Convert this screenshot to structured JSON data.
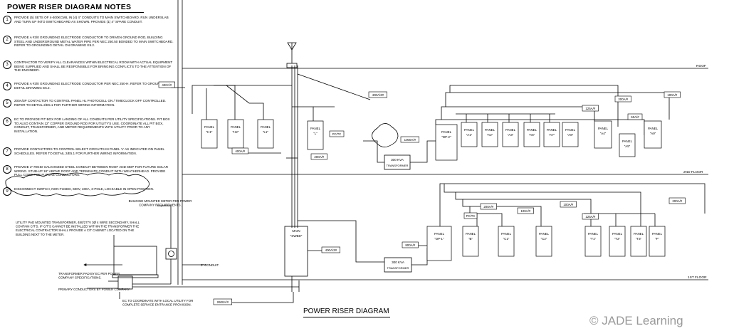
{
  "notes_title": "POWER RISER DIAGRAM NOTES",
  "diagram_title": "POWER RISER DIAGRAM",
  "watermark": "© JADE Learning",
  "notes": [
    {
      "num": "1",
      "text": "PROVIDE (5) SETS OF 4-400KCMIL IN (4) 4\" CONDUITS TO MAIN SWITCHBOARD. RUN UNDERSLAB AND TURN UP INTO SWITCHBOARD AS SHOWN. PROVIDE (1) 4\" SPARE CONDUIT."
    },
    {
      "num": "2",
      "text": "PROVIDE A #3/0 GROUNDING ELECTRODE CONDUCTOR TO DRIVEN GROUND ROD, BUILDING STEEL AND UNDERGROUND METAL WATER PIPE PER NEC 250.50 BONDED TO MAIN SWITCHBOARD. REFER TO GROUNDING DETAIL ON DRAWING E5.2."
    },
    {
      "num": "3",
      "text": "CONTRACTOR TO VERIFY ALL CLEARANCES WITHIN ELECTRICAL ROOM WITH ACTUAL EQUIPMENT BEING SUPPLIED AND SHALL BE RESPONSIBLE FOR BRINGING CONFLICTS TO THE ATTENTION OF THE ENGINEER."
    },
    {
      "num": "4",
      "text": "PROVIDE A #3/0 GROUNDING ELECTRODE CONDUCTOR PER NEC 250-H. REFER TO GROUNDING DETAIL DRAWING E5.2."
    },
    {
      "num": "5",
      "text": "200A/3P CONTACTOR TO CONTROL PANEL HL PHOTOCELL ON / TIMECLOCK OFF CONTROLLED. REFER TO DETAIL 2/E5.1 FOR FURTHER WIRING INFORMATION."
    },
    {
      "num": "6",
      "text": "EC TO PROVIDE PIT BOX FOR LANDING OF ALL CONDUITS PER UTILITY SPECIFICATIONS. PIT BOX TO ALSO CONTAIN 12\" COPPER GROUND ROD FOR UTILITY'S USE. COORDINATE ALL PIT BOX, CONDUIT, TRANSFORMER, AND METER REQUIREMENTS WITH UTILITY PRIOR TO ANY INSTALLATION."
    },
    {
      "num": "7",
      "text": "PROVIDE CONTACTORS TO CONTROL SELECT CIRCUITS IN PANEL 'L' AS INDICATED ON PANEL SCHEDULES. REFER TO DETAIL 2/E5.1 FOR FURTHER WIRING INFORMATION."
    },
    {
      "num": "8",
      "text": "PROVIDE 2\" RIGID GALVANIZED STEEL CONDUIT BETWEEN ROOF AND MDP FOR FUTURE SOLAR WIRING. STUB-UP 18\" ABOVE ROOF AND TERMINATE CONDUIT WITH WEATHERHEAD. PROVIDE PULL CORD FOR FUTURE CONDUCTORS."
    },
    {
      "num": "9",
      "text": "DISCONNECT SWITCH, NON-FUSED, 600V, 400A, 3-POLE, LOCKABLE IN OPEN POSITION."
    }
  ],
  "floors": {
    "roof": "ROOF",
    "second": "2ND FLOOR",
    "first": "1ST FLOOR"
  },
  "panels_2nd": [
    {
      "label": "PANEL",
      "sub": "\"H1\""
    },
    {
      "label": "PANEL",
      "sub": "\"H2\""
    },
    {
      "label": "PANEL",
      "sub": "\"L1\""
    },
    {
      "label": "PANEL",
      "sub": "\"L\""
    },
    {
      "label": "PANEL",
      "sub": "\"DP-2\""
    },
    {
      "label": "PANEL",
      "sub": "\"A1\""
    },
    {
      "label": "PANEL",
      "sub": "\"A2\""
    },
    {
      "label": "PANEL",
      "sub": "\"A3\""
    },
    {
      "label": "PANEL",
      "sub": "\"A6\""
    },
    {
      "label": "PANEL",
      "sub": "\"A7\""
    },
    {
      "label": "PANEL",
      "sub": "\"A8\""
    },
    {
      "label": "PANEL",
      "sub": "\"A4\""
    },
    {
      "label": "PANEL",
      "sub": "\"A5\""
    },
    {
      "label": "PANEL",
      "sub": "\"A9\""
    }
  ],
  "panels_1st": [
    {
      "label": "PANEL",
      "sub": "\"DP-1\""
    },
    {
      "label": "PANEL",
      "sub": "\"B\""
    },
    {
      "label": "PANEL",
      "sub": "\"C1\""
    },
    {
      "label": "PANEL",
      "sub": "\"C2\""
    },
    {
      "label": "PANEL",
      "sub": "\"T1\""
    },
    {
      "label": "PANEL",
      "sub": "\"T2\""
    },
    {
      "label": "PANEL",
      "sub": "\"T3\""
    },
    {
      "label": "PANEL",
      "sub": "\"F\""
    }
  ],
  "ratings": {
    "r400a": "400A/#",
    "r400b": "400A/#",
    "r400c": "400A/3#",
    "r400d": "400A/3#",
    "r200a": "200A/#",
    "r1000": "1000A/#",
    "r100a": "100A/#",
    "r125": "125A/#",
    "r200b": "200A/#",
    "r60": "60A/#",
    "r800": "800A/#",
    "r200c": "200A/#",
    "r100b": "100A/#",
    "r100c": "100A/#",
    "r125b": "125A/#",
    "r200d": "200A/#",
    "r2600": "2600A/#"
  },
  "pc_label": "PC/TC",
  "pc_label_b": "PC/TC",
  "transformer_2nd": {
    "kva": "300 KVA",
    "name": "TRANSFORMER"
  },
  "transformer_1st": {
    "kva": "300 KVA",
    "name": "TRANSFORMER"
  },
  "main_panel": {
    "l1": "MAIN",
    "l2": "\"SWBD\""
  },
  "callouts": {
    "meter": "BUILDING MOUNTED METER PER POWER COMPANY REQUIREMENTS.",
    "utility": "UTILITY PAD MOUNTED TRANSFORMER, 480/277V 3Ø 4 WIRE SECONDARY, SHALL CONTAIN C/T'S. IF C/T'S CANNOT BE INSTALLED WITHIN THE TRANSFORMER THE ELECTRICAL CONTRACTOR SHALL PROVIDE A C/T CABINET LOCATED ON THE BUILDING NEXT TO THE METER.",
    "pad": "TRANSFORMER PAD BY EC PER POWER COMPANY SPECIFICATIONS.",
    "primary": "PRIMARY CONDUCTORS BY POWER COMPANY.",
    "coord": "EC TO COORDINATE WITH LOCAL UTILITY FOR COMPLETE SERVICE ENTRANCE PROVISION.",
    "conduit": "3\" CONDUIT."
  }
}
